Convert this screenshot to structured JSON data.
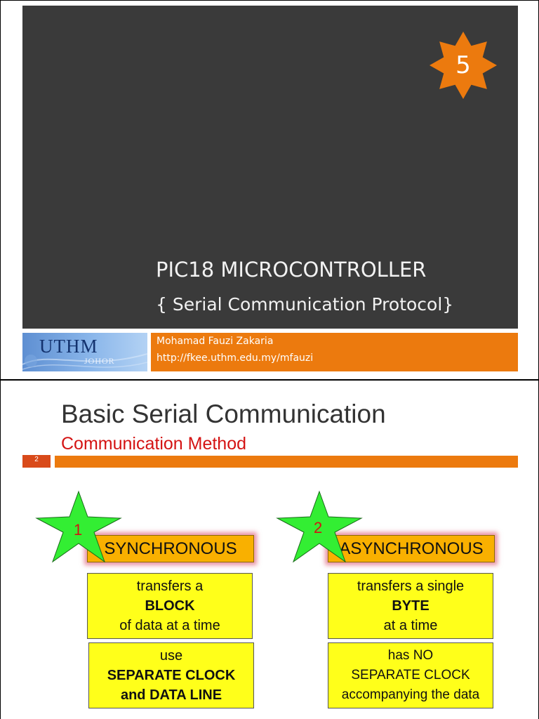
{
  "slide1": {
    "badge_number": "5",
    "title": "PIC18 MICROCONTROLLER",
    "subtitle": "{ Serial Communication Protocol}",
    "logo": {
      "text": "UTHM",
      "sub": "JOHOR"
    },
    "author": "Mohamad Fauzi Zakaria",
    "url": "http://fkee.uthm.edu.my/mfauzi",
    "colors": {
      "dark": "#3a3a3a",
      "accent": "#ec7a0e"
    }
  },
  "slide2": {
    "title": "Basic Serial Communication",
    "subtitle": "Communication Method",
    "page_number": "2",
    "methods": [
      {
        "number": "1",
        "label": "SYNCHRONOUS",
        "desc1": {
          "line1": "transfers a",
          "line2": "BLOCK",
          "line3": "of data at a time"
        },
        "desc2": {
          "line1": "use",
          "line2": "SEPARATE CLOCK",
          "line3": "and DATA LINE"
        }
      },
      {
        "number": "2",
        "label": "ASYNCHRONOUS",
        "desc1": {
          "line1": "transfers a single",
          "line2": "BYTE",
          "line3": "at a time"
        },
        "desc2": {
          "line1": "has NO",
          "line2": "SEPARATE CLOCK",
          "line3": "accompanying the data"
        }
      }
    ],
    "colors": {
      "title": "#333333",
      "subtitle": "#d41313",
      "method_box": "#f9b000",
      "desc_box": "#ffff1a",
      "star": "#33ee33"
    }
  }
}
